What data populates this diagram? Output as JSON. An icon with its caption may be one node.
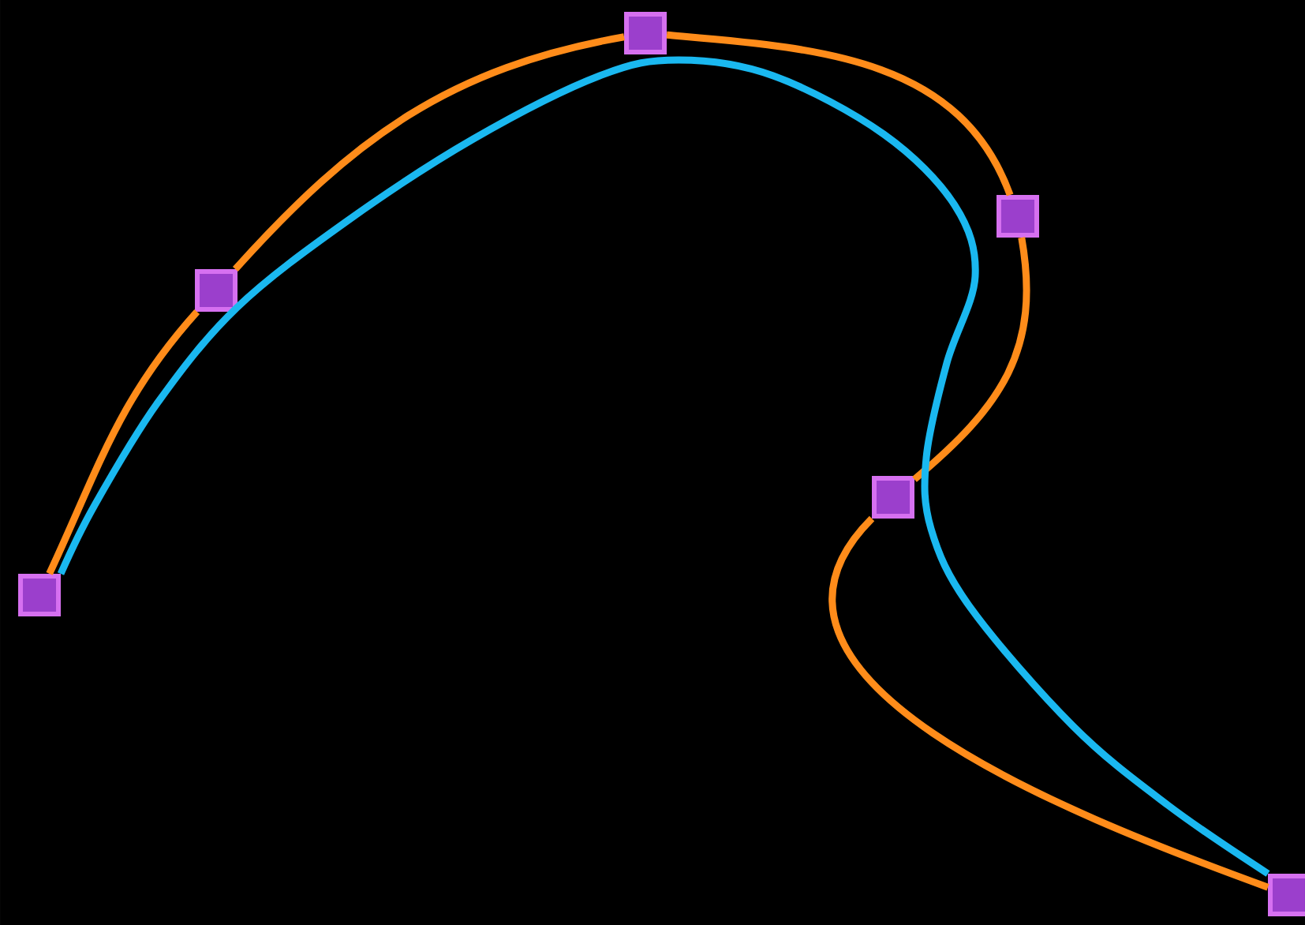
{
  "diagram": {
    "nodes": [
      {
        "text": [],
        "shape": "box"
      },
      {
        "text": [],
        "shape": "box"
      },
      {
        "text": [],
        "shape": "box"
      },
      {
        "text": [],
        "shape": "box"
      },
      {
        "text": [],
        "shape": "box"
      },
      {
        "text": [],
        "shape": "box"
      }
    ],
    "edges": [
      {
        "from": 0,
        "to": 1,
        "arrow": "none"
      },
      {
        "from": 1,
        "to": 2,
        "arrow": "none"
      },
      {
        "from": 2,
        "to": 3,
        "arrow": "none"
      },
      {
        "from": 3,
        "to": 4,
        "arrow": "none"
      },
      {
        "from": 4,
        "to": 5,
        "arrow": "none"
      },
      {
        "from": 0,
        "to": 5,
        "arrow": "none",
        "color": "#1ab8f0"
      }
    ]
  }
}
